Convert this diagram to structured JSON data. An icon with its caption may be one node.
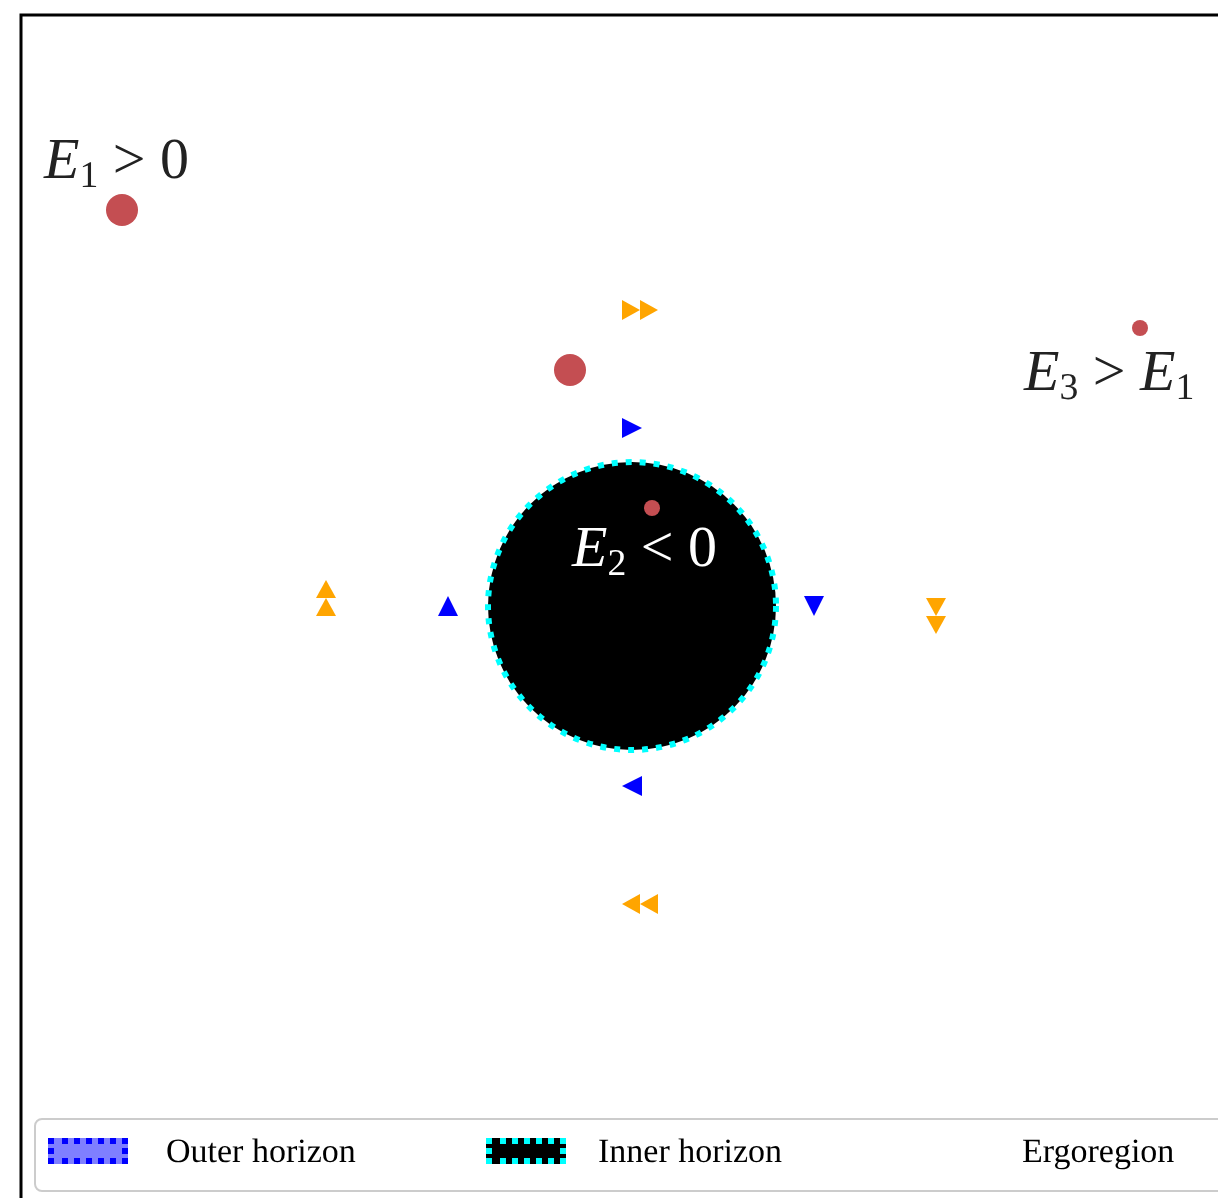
{
  "diagram": {
    "labels": [
      "*E*$_{1}$ > 0",
      "*E*$_{2}$ < 0",
      "*E*$_{3}$ > *E*$_{1}$"
    ],
    "legend": [
      {
        "text": "Outer horizon",
        "color": "#7f7fff"
      },
      {
        "text": "Inner horizon",
        "color": "#000000"
      },
      {
        "text": "Ergoregion"
      }
    ]
  }
}
